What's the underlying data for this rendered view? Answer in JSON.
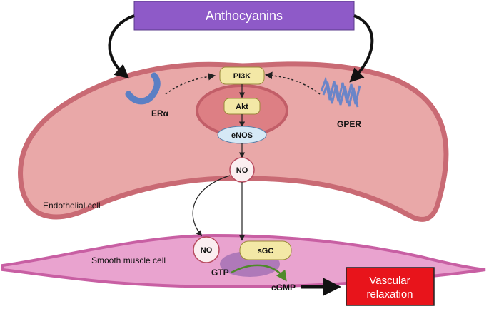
{
  "labels": {
    "anthocyanins": "Anthocyanins",
    "pi3k": "PI3K",
    "akt": "Akt",
    "enos": "eNOS",
    "no_endothelial": "NO",
    "era": "ERα",
    "gper": "GPER",
    "endothelial_cell": "Endothelial cell",
    "smooth_muscle_cell": "Smooth muscle cell",
    "no_smooth": "NO",
    "sgc": "sGC",
    "gtp": "GTP",
    "cgmp": "cGMP",
    "vascular_line1": "Vascular",
    "vascular_line2": "relaxation"
  },
  "colors": {
    "anthocyanins_box": "#8e5ac8",
    "endothelial_fill": "#e9a8a8",
    "endothelial_stroke": "#c96a74",
    "smooth_muscle_fill": "#e9a3cf",
    "relaxation_box": "#e8141b",
    "enzyme_fill": "#f3e8a6",
    "enos_fill": "#d6e9f6",
    "no_fill": "#fbeef0",
    "receptor_blue": "#5b7fc4",
    "gpcr_blue": "#6b85c8",
    "cgmp_arrow": "#4f8a2a"
  }
}
